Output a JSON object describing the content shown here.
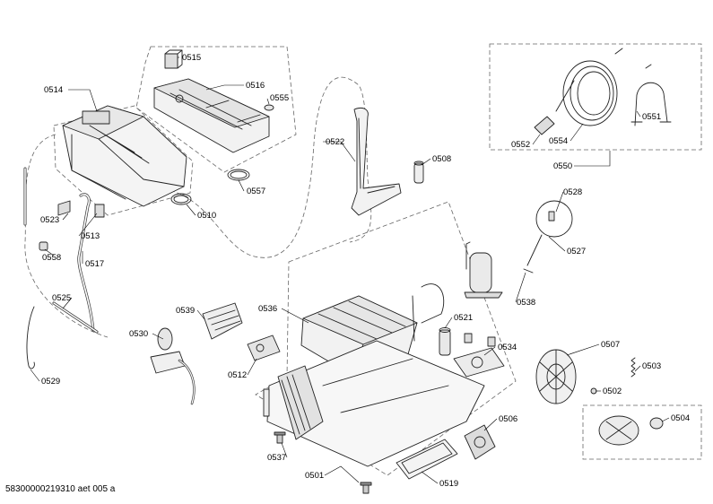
{
  "parts": [
    {
      "id": "p0515",
      "number": "0515"
    },
    {
      "id": "p0516",
      "number": "0516"
    },
    {
      "id": "p0555",
      "number": "0555"
    },
    {
      "id": "p0514",
      "number": "0514"
    },
    {
      "id": "p0522",
      "number": "0522"
    },
    {
      "id": "p0557",
      "number": "0557"
    },
    {
      "id": "p0508",
      "number": "0508"
    },
    {
      "id": "p0510",
      "number": "0510"
    },
    {
      "id": "p0523",
      "number": "0523"
    },
    {
      "id": "p0513",
      "number": "0513"
    },
    {
      "id": "p0558",
      "number": "0558"
    },
    {
      "id": "p0517",
      "number": "0517"
    },
    {
      "id": "p0525",
      "number": "0525"
    },
    {
      "id": "p0539",
      "number": "0539"
    },
    {
      "id": "p0536",
      "number": "0536"
    },
    {
      "id": "p0530",
      "number": "0530"
    },
    {
      "id": "p0512",
      "number": "0512"
    },
    {
      "id": "p0529",
      "number": "0529"
    },
    {
      "id": "p0521",
      "number": "0521"
    },
    {
      "id": "p0534",
      "number": "0534"
    },
    {
      "id": "p0507",
      "number": "0507"
    },
    {
      "id": "p0503",
      "number": "0503"
    },
    {
      "id": "p0502",
      "number": "0502"
    },
    {
      "id": "p0504",
      "number": "0504"
    },
    {
      "id": "p0506",
      "number": "0506"
    },
    {
      "id": "p0537",
      "number": "0537"
    },
    {
      "id": "p0501",
      "number": "0501"
    },
    {
      "id": "p0519",
      "number": "0519"
    },
    {
      "id": "p0528",
      "number": "0528"
    },
    {
      "id": "p0527",
      "number": "0527"
    },
    {
      "id": "p0538",
      "number": "0538"
    },
    {
      "id": "p0551",
      "number": "0551"
    },
    {
      "id": "p0552",
      "number": "0552"
    },
    {
      "id": "p0554",
      "number": "0554"
    },
    {
      "id": "p0550",
      "number": "0550"
    }
  ],
  "footer": {
    "document_id": "58300000219310 aet 005 a"
  }
}
